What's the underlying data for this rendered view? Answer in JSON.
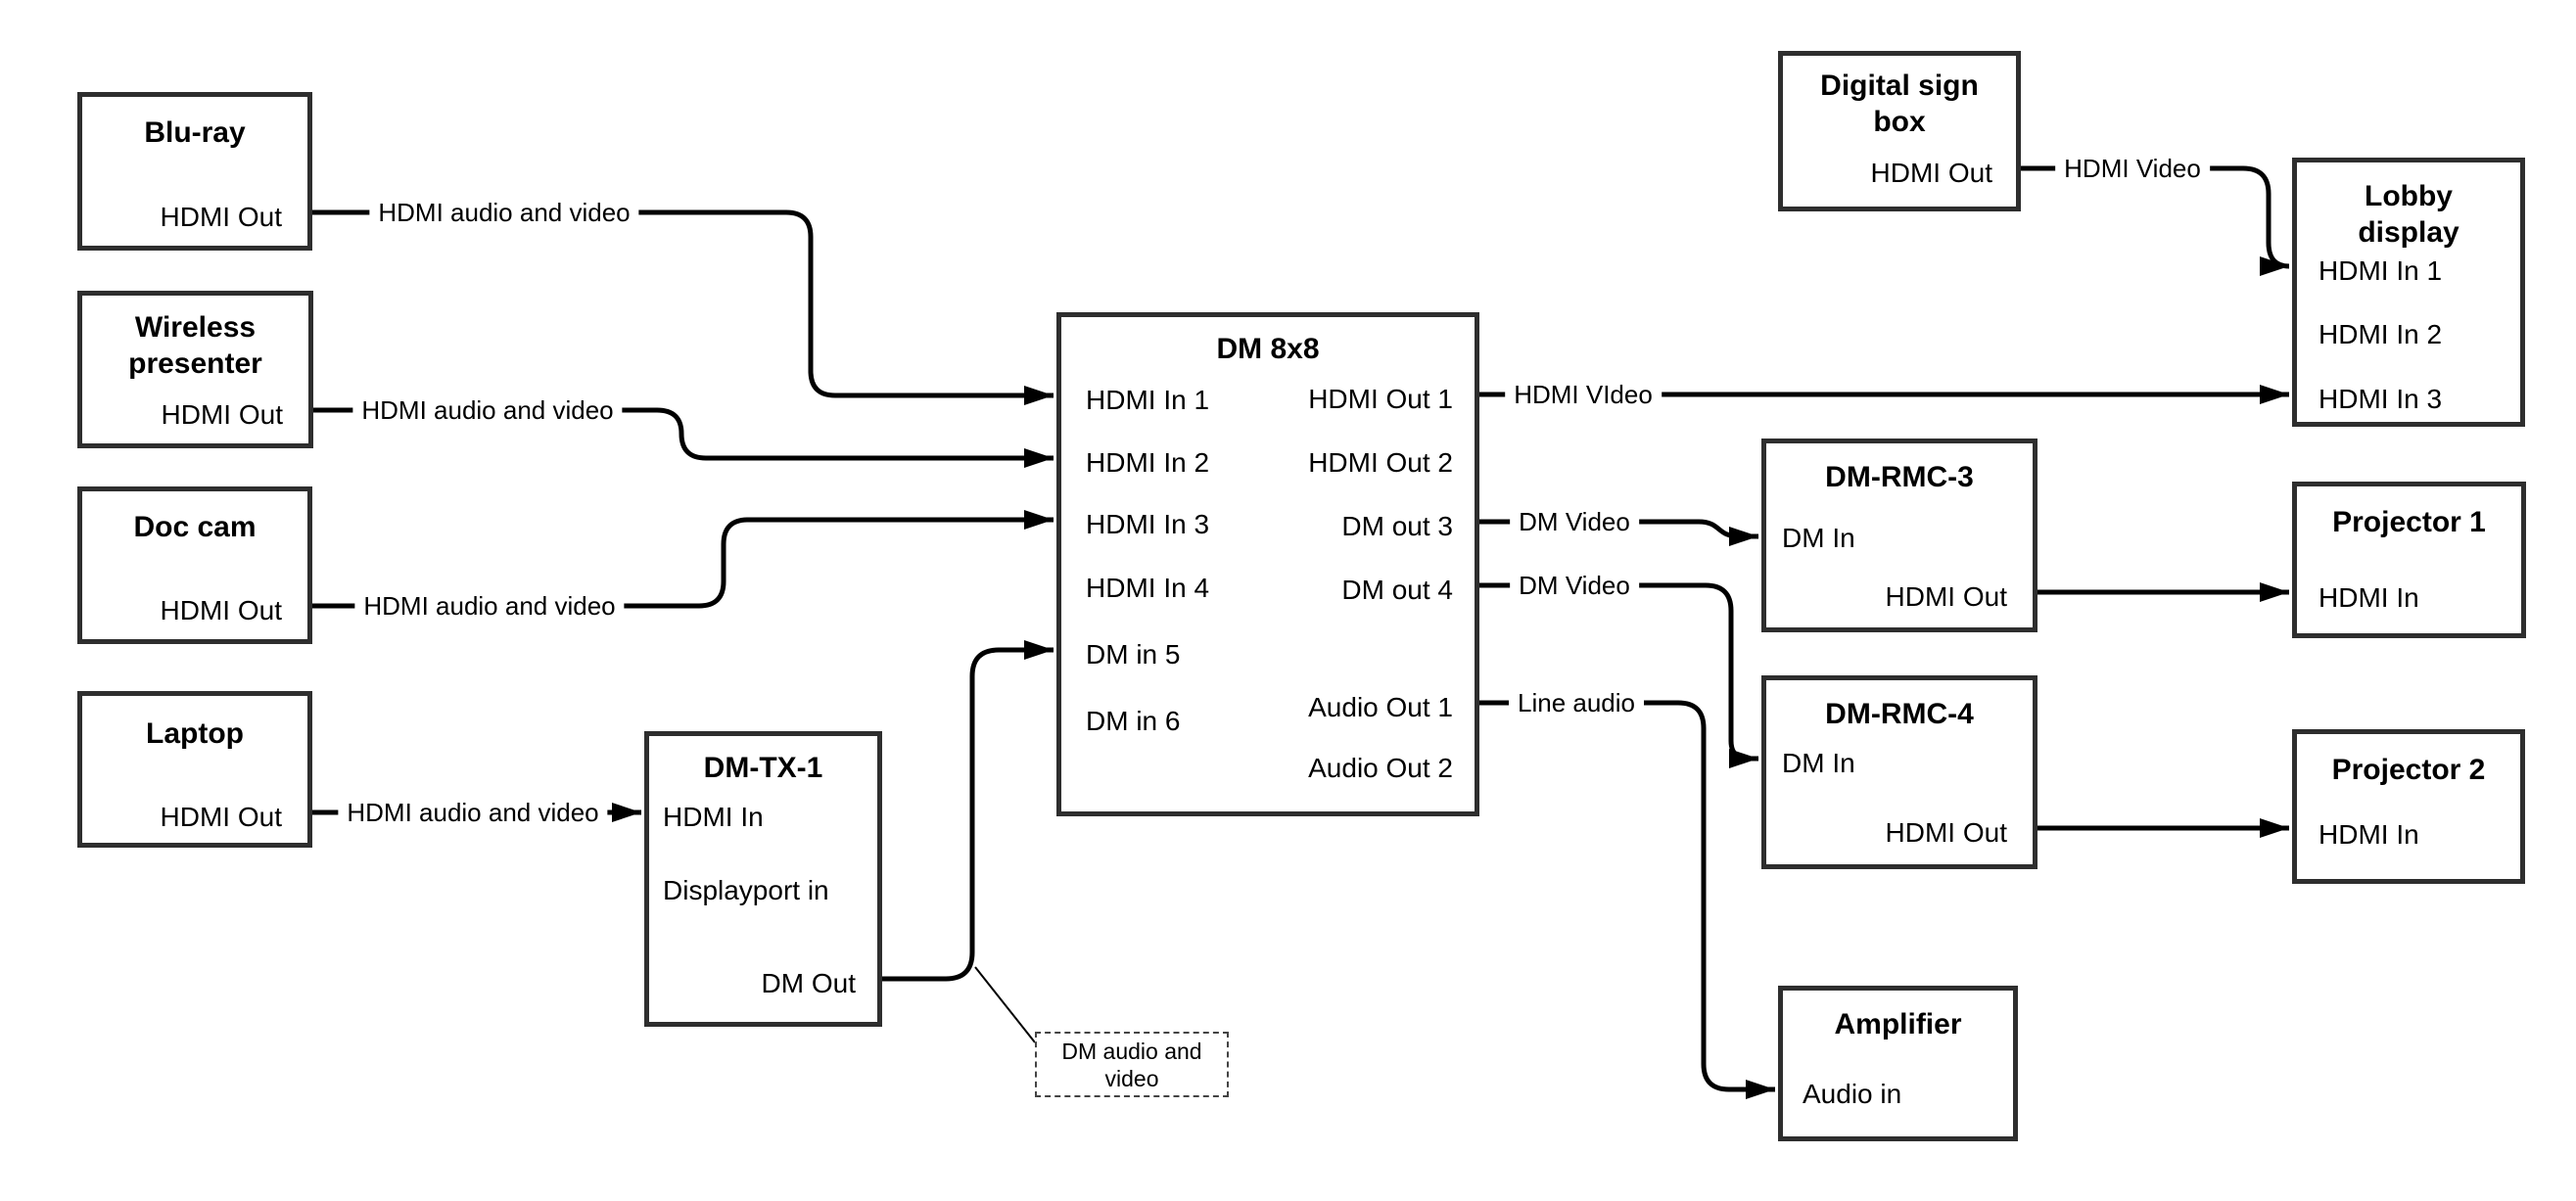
{
  "diagram": {
    "colors": {
      "wire": "#000000",
      "box_border": "#2e2e2e",
      "background": "#ffffff",
      "text": "#000000"
    },
    "nodes": {
      "bluray": {
        "title": "Blu-ray",
        "ports": {
          "hdmi_out": "HDMI Out"
        }
      },
      "wireless": {
        "title_lines": [
          "Wireless",
          "presenter"
        ],
        "ports": {
          "hdmi_out": "HDMI Out"
        }
      },
      "doccam": {
        "title": "Doc cam",
        "ports": {
          "hdmi_out": "HDMI Out"
        }
      },
      "laptop": {
        "title": "Laptop",
        "ports": {
          "hdmi_out": "HDMI Out"
        }
      },
      "dmtx1": {
        "title": "DM-TX-1",
        "ports": {
          "hdmi_in": "HDMI In",
          "displayport_in": "Displayport in",
          "dm_out": "DM Out"
        }
      },
      "dm8x8": {
        "title": "DM 8x8",
        "ports": {
          "in1": "HDMI In 1",
          "in2": "HDMI In 2",
          "in3": "HDMI In 3",
          "in4": "HDMI In 4",
          "in5": "DM in 5",
          "in6": "DM in 6",
          "out1": "HDMI Out 1",
          "out2": "HDMI Out 2",
          "out3": "DM out 3",
          "out4": "DM out 4",
          "aout1": "Audio Out 1",
          "aout2": "Audio Out 2"
        }
      },
      "signbox": {
        "title_lines": [
          "Digital sign",
          "box"
        ],
        "ports": {
          "hdmi_out": "HDMI Out"
        }
      },
      "lobby": {
        "title_lines": [
          "Lobby",
          "display"
        ],
        "ports": {
          "in1": "HDMI In 1",
          "in2": "HDMI In 2",
          "in3": "HDMI In 3"
        }
      },
      "rmc3": {
        "title": "DM-RMC-3",
        "ports": {
          "dm_in": "DM In",
          "hdmi_out": "HDMI Out"
        }
      },
      "proj1": {
        "title": "Projector 1",
        "ports": {
          "hdmi_in": "HDMI In"
        }
      },
      "rmc4": {
        "title": "DM-RMC-4",
        "ports": {
          "dm_in": "DM In",
          "hdmi_out": "HDMI Out"
        }
      },
      "proj2": {
        "title": "Projector 2",
        "ports": {
          "hdmi_in": "HDMI In"
        }
      },
      "amp": {
        "title": "Amplifier",
        "ports": {
          "audio_in": "Audio in"
        }
      }
    },
    "wire_labels": {
      "bluray": "HDMI audio and video",
      "wireless": "HDMI audio and video",
      "doccam": "HDMI audio and video",
      "laptop": "HDMI audio and video",
      "out1": "HDMI VIdeo",
      "signbox": "HDMI Video",
      "out3": "DM Video",
      "out4": "DM Video",
      "audio1": "Line audio"
    },
    "note": {
      "lines": [
        "DM audio and",
        "video"
      ]
    }
  }
}
